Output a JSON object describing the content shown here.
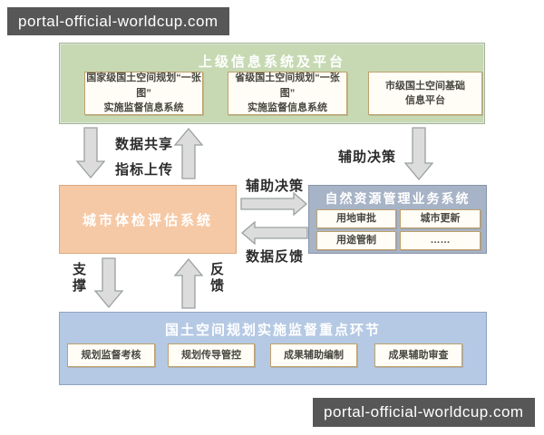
{
  "watermark_top": "portal-official-worldcup.com",
  "watermark_bottom": "portal-official-worldcup.com",
  "top_panel": {
    "title": "上级信息系统及平台",
    "items": [
      {
        "line1": "国家级国土空间规划“一张图”",
        "line2": "实施监督信息系统"
      },
      {
        "line1": "省级国土空间规划“一张图”",
        "line2": "实施监督信息系统"
      },
      {
        "line1": "市级国土空间基础",
        "line2": "信息平台"
      }
    ]
  },
  "labels": {
    "data_share": "数据共享",
    "indicator_upload": "指标上传",
    "aux_decision_top": "辅助决策",
    "aux_decision_mid": "辅助决策",
    "data_feedback": "数据反馈",
    "support": "支撑",
    "feedback": "反馈"
  },
  "center_box": {
    "title": "城市体检评估系统"
  },
  "right_panel": {
    "title": "自然资源管理业务系统",
    "cells": [
      "用地审批",
      "城市更新",
      "用途管制",
      "……"
    ]
  },
  "bottom_panel": {
    "title": "国土空间规划实施监督重点环节",
    "cells": [
      "规划监督考核",
      "规划传导管控",
      "成果辅助编制",
      "成果辅助审查"
    ]
  },
  "colors": {
    "top_panel_bg": "#c7d9b3",
    "center_box_bg": "#f6c9a6",
    "right_panel_bg": "#a7b3c6",
    "bottom_panel_bg": "#b5c9e4",
    "watermark_bg": "#575757",
    "subbox_border": "#bfa06c",
    "arrow_fill": "#dcdcdc"
  }
}
